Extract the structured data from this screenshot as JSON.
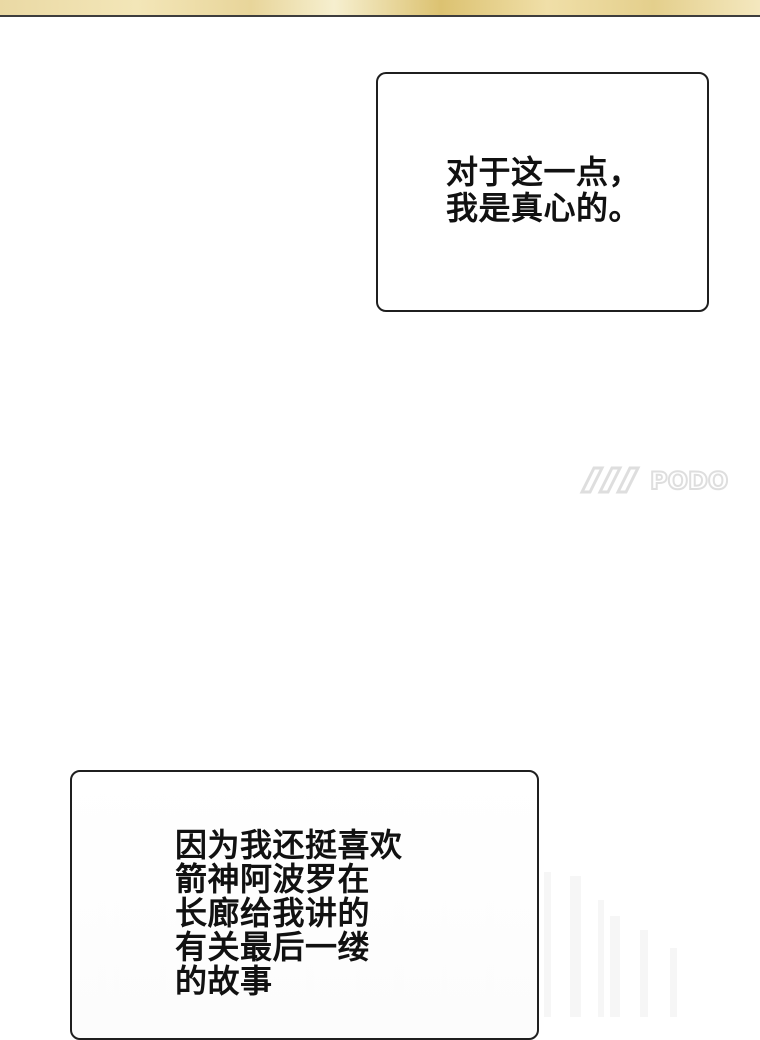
{
  "bubbles": {
    "first": {
      "lines": [
        "对于这一点，",
        "我是真心的。"
      ]
    },
    "second": {
      "lines": [
        "因为我还挺喜欢",
        "箭神阿波罗在",
        "长廊给我讲的",
        "有关最后一缕",
        "的故事"
      ]
    }
  },
  "watermark": {
    "text": "PODO"
  },
  "colors": {
    "border": "#1f1f1f",
    "text": "#111111",
    "strip": "#e8d59a"
  }
}
